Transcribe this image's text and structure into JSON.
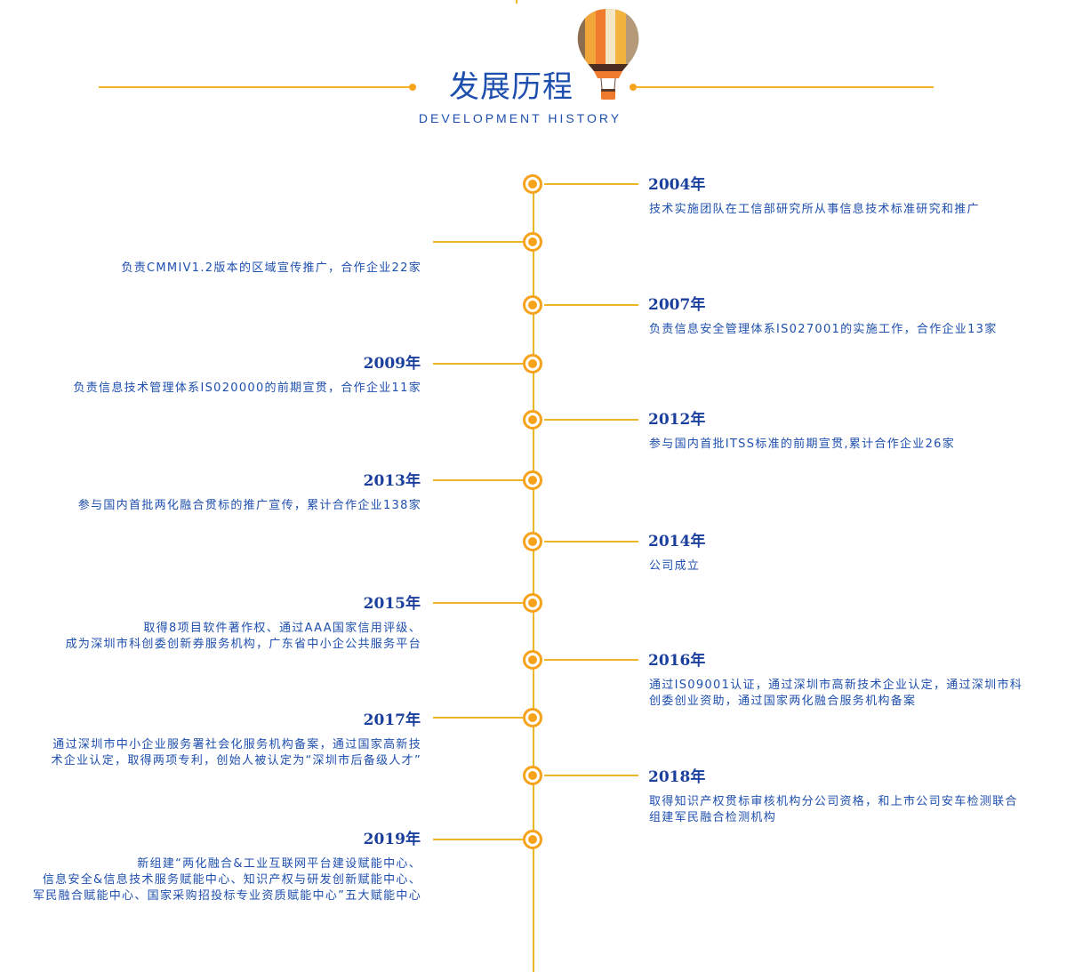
{
  "header": {
    "title": "发展历程",
    "subtitle": "DEVELOPMENT HISTORY",
    "icon": "hot-air-balloon-icon"
  },
  "colors": {
    "accent": "#f7a21b",
    "line": "#f0b429",
    "text": "#1e4fae",
    "year": "#1b3f9c"
  },
  "timeline": [
    {
      "side": "right",
      "year": "2004年",
      "lines": [
        "技术实施团队在工信部研究所从事信息技术标准研究和推广"
      ]
    },
    {
      "side": "left",
      "year": "",
      "lines": [
        "负责CMMIV1.2版本的区域宣传推广，合作企业22家"
      ]
    },
    {
      "side": "right",
      "year": "2007年",
      "lines": [
        "负责信息安全管理体系IS027001的实施工作，合作企业13家"
      ]
    },
    {
      "side": "left",
      "year": "2009年",
      "lines": [
        "负责信息技术管理体系IS020000的前期宣贯，合作企业11家"
      ]
    },
    {
      "side": "right",
      "year": "2012年",
      "lines": [
        "参与国内首批ITSS标准的前期宣贯,累计合作企业26家"
      ]
    },
    {
      "side": "left",
      "year": "2013年",
      "lines": [
        "参与国内首批两化融合贯标的推广宣传，累计合作企业138家"
      ]
    },
    {
      "side": "right",
      "year": "2014年",
      "lines": [
        "公司成立"
      ]
    },
    {
      "side": "left",
      "year": "2015年",
      "lines": [
        "取得8项目软件著作权、通过AAA国家信用评级、",
        "成为深圳市科创委创新券服务机构，广东省中小企公共服务平台"
      ]
    },
    {
      "side": "right",
      "year": "2016年",
      "lines": [
        "通过IS09001认证，通过深圳市高新技术企业认定，通过深圳市科",
        "创委创业资助，通过国家两化融合服务机构备案"
      ]
    },
    {
      "side": "left",
      "year": "2017年",
      "lines": [
        "通过深圳市中小企业服务署社会化服务机构备案，通过国家高新技",
        "术企业认定，取得两项专利，创始人被认定为“深圳市后备级人才”"
      ]
    },
    {
      "side": "right",
      "year": "2018年",
      "lines": [
        "取得知识产权贯标审核机构分公司资格，和上市公司安车检测联合",
        "组建军民融合检测机构"
      ]
    },
    {
      "side": "left",
      "year": "2019年",
      "lines": [
        "新组建“两化融合&工业互联网平台建设赋能中心、",
        "信息安全&信息技术服务赋能中心、知识产权与研发创新赋能中心、",
        "军民融合赋能中心、国家采购招投标专业资质赋能中心”五大赋能中心"
      ]
    }
  ]
}
